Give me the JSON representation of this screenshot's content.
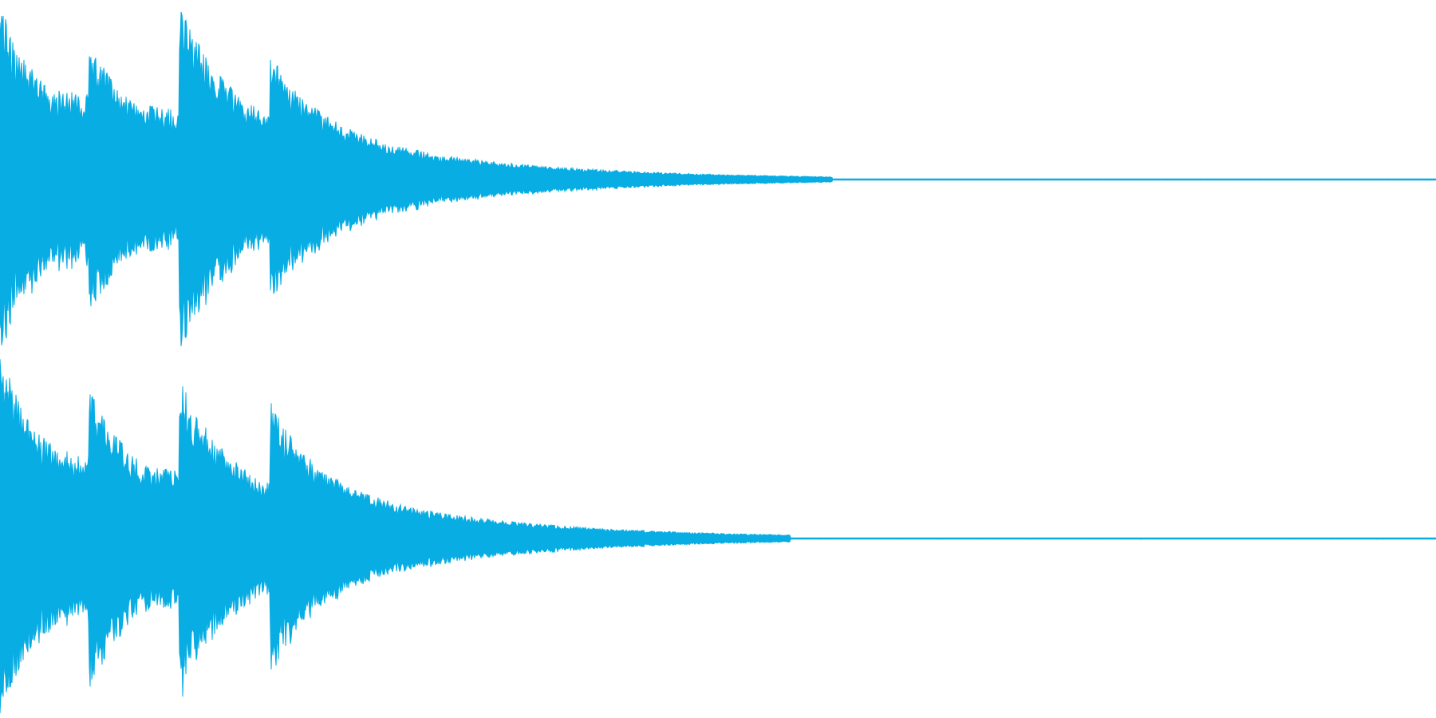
{
  "waveform": {
    "color": "#08ADE4",
    "channels": [
      {
        "name": "left",
        "transients_fraction": [
          0.0,
          0.062,
          0.125,
          0.188
        ],
        "peak_amplitude": [
          0.95,
          0.75,
          0.99,
          0.72
        ],
        "decay_end_fraction": 0.58
      },
      {
        "name": "right",
        "transients_fraction": [
          0.0,
          0.062,
          0.125,
          0.188
        ],
        "peak_amplitude": [
          1.0,
          0.82,
          0.87,
          0.75
        ],
        "decay_end_fraction": 0.55
      }
    ]
  }
}
